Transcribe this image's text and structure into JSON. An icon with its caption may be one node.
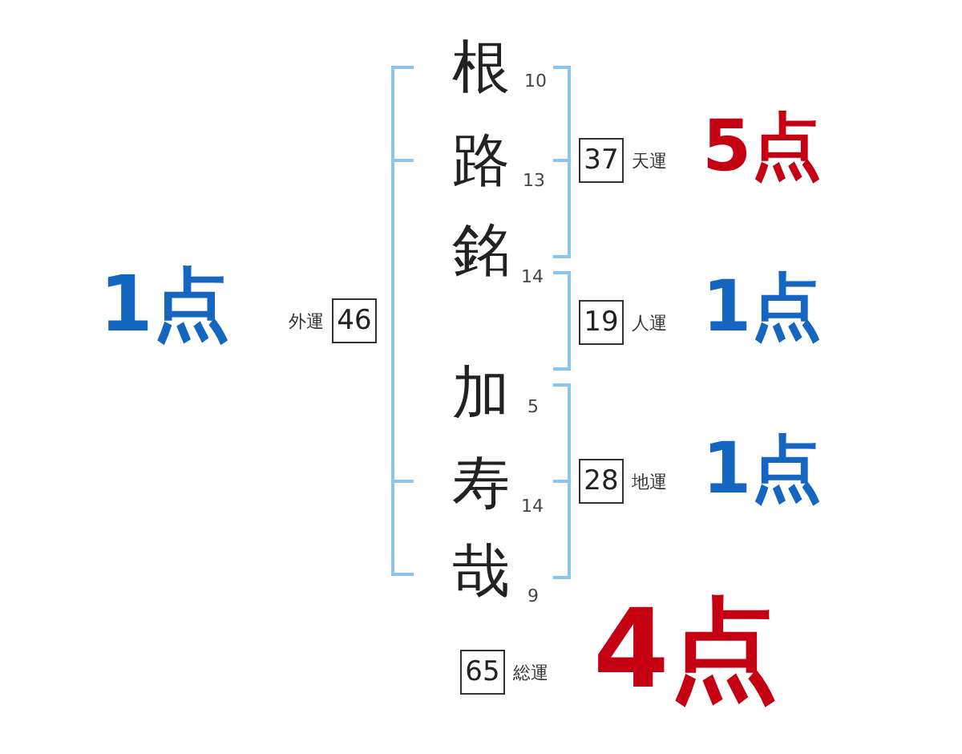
{
  "diagram": {
    "nodes": [
      {
        "text": [
          "37"
        ],
        "beside": [
          "天運"
        ]
      },
      {
        "text": [
          "46"
        ],
        "beside": [
          "外運"
        ]
      },
      {
        "text": [
          "19"
        ],
        "beside": [
          "人運"
        ]
      },
      {
        "text": [
          "28"
        ],
        "beside": [
          "地運"
        ]
      },
      {
        "text": [
          "65"
        ],
        "beside": [
          "総運"
        ]
      }
    ],
    "labels": [
      "1点",
      "根",
      "10",
      "路",
      "13",
      "5点",
      "銘",
      "14",
      "1点",
      "加",
      "5",
      "寿",
      "14",
      "1点",
      "哉",
      "9",
      "4点"
    ]
  }
}
